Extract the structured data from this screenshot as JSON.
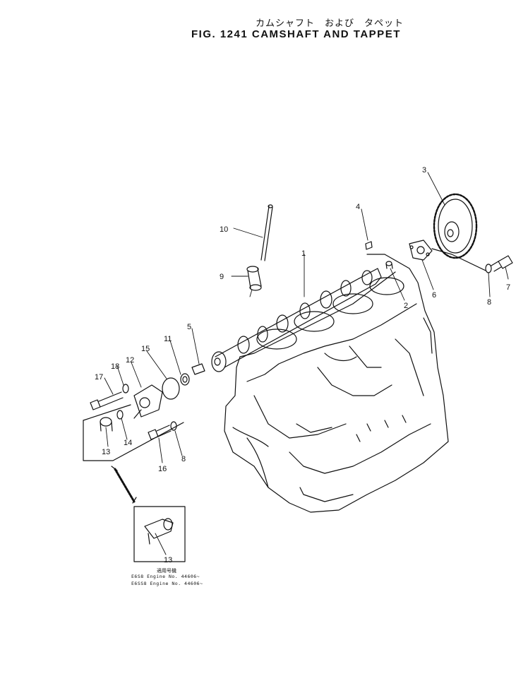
{
  "figure": {
    "title_jp": "カムシャフト　および　タペット",
    "title_en": "FIG. 1241  CAMSHAFT AND TAPPET"
  },
  "callouts": [
    {
      "id": "1",
      "label": "1"
    },
    {
      "id": "2",
      "label": "2"
    },
    {
      "id": "3",
      "label": "3"
    },
    {
      "id": "4",
      "label": "4"
    },
    {
      "id": "5",
      "label": "5"
    },
    {
      "id": "6",
      "label": "6"
    },
    {
      "id": "7",
      "label": "7"
    },
    {
      "id": "8a",
      "label": "8"
    },
    {
      "id": "8b",
      "label": "8"
    },
    {
      "id": "9",
      "label": "9"
    },
    {
      "id": "10",
      "label": "10"
    },
    {
      "id": "11",
      "label": "11"
    },
    {
      "id": "12",
      "label": "12"
    },
    {
      "id": "13a",
      "label": "13"
    },
    {
      "id": "13b",
      "label": "13"
    },
    {
      "id": "14",
      "label": "14"
    },
    {
      "id": "15",
      "label": "15"
    },
    {
      "id": "16",
      "label": "16"
    },
    {
      "id": "17",
      "label": "17"
    },
    {
      "id": "18",
      "label": "18"
    }
  ],
  "applicability": {
    "heading_jp": "適用号機",
    "lines": [
      "E6S8  Engine  No. 44606~",
      "E6SS8  Engine  No. 44606~"
    ]
  }
}
